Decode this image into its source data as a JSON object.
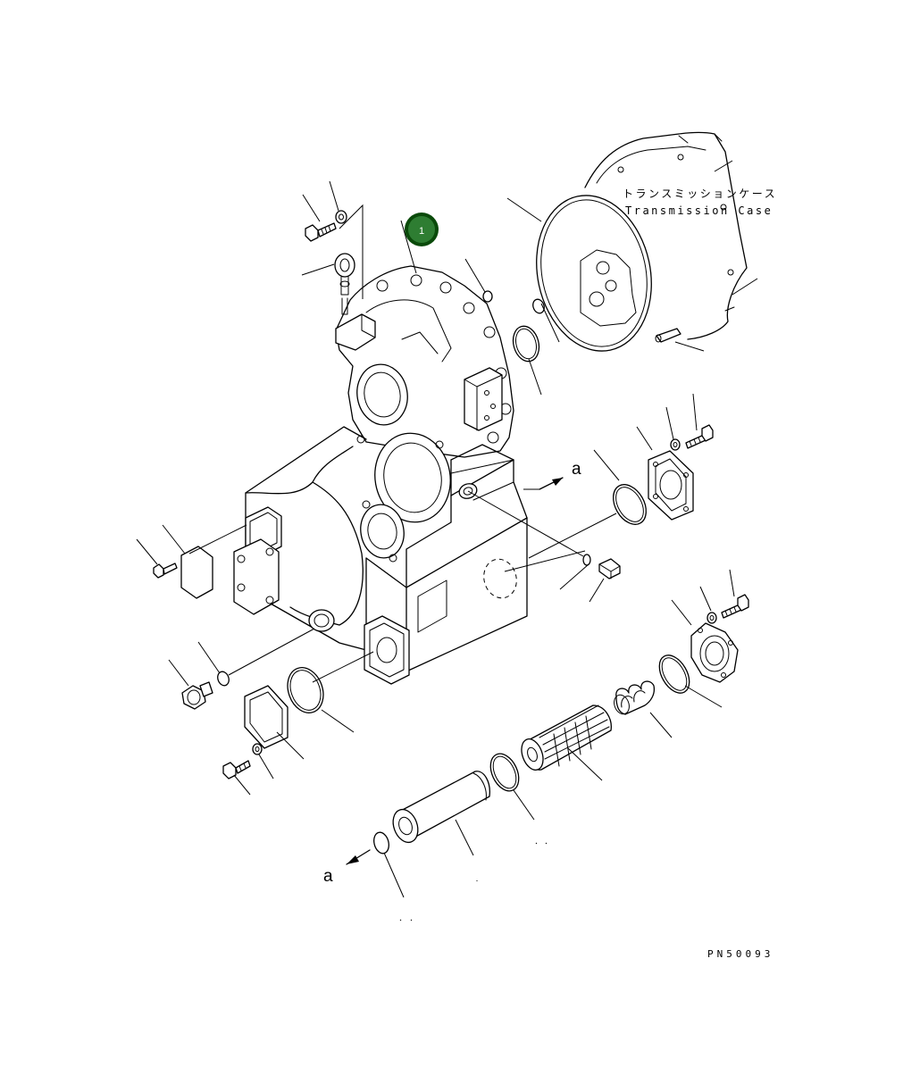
{
  "diagram": {
    "label_jp": "トランスミッションケース",
    "label_en": "Transmission Case",
    "callout_number": "1",
    "callout_color": "#2e7d32",
    "reference_letter": "a",
    "drawing_code": "PN50093"
  }
}
